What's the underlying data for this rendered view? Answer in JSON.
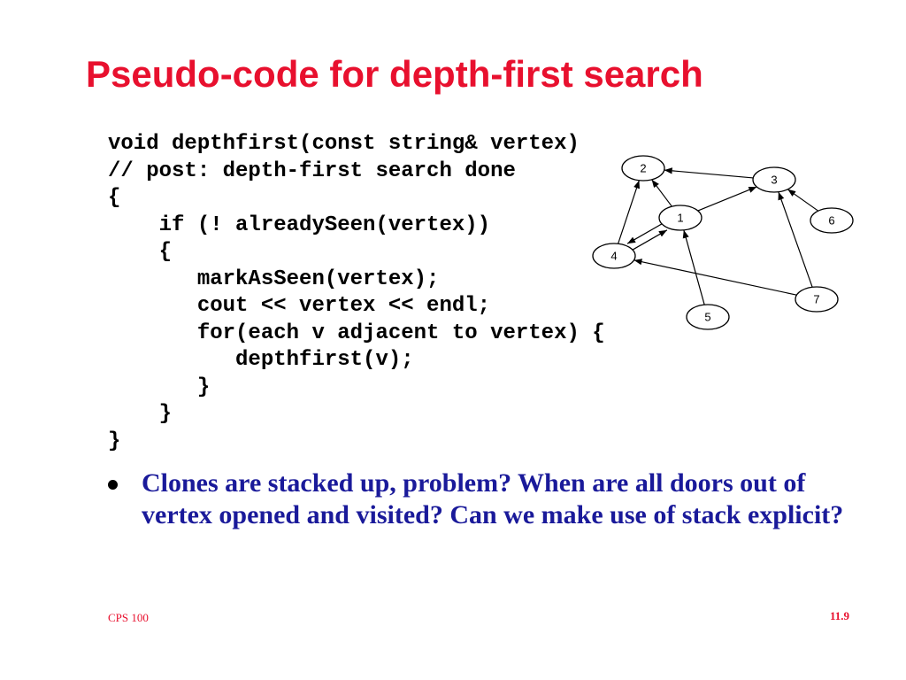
{
  "slide": {
    "title": "Pseudo-code for depth-first search",
    "code_lines": [
      "void depthfirst(const string& vertex)",
      "// post: depth-first search done",
      "{",
      "    if (! alreadySeen(vertex))",
      "    {",
      "       markAsSeen(vertex);",
      "       cout << vertex << endl;",
      "       for(each v adjacent to vertex) {",
      "          depthfirst(v);",
      "       }",
      "    }",
      "}"
    ],
    "bullet": "Clones are stacked up, problem? When are all doors out of vertex opened and visited? Can we make use of stack explicit?",
    "footer_left": "CPS 100",
    "footer_right": "11.9"
  },
  "graph": {
    "nodes": [
      "1",
      "2",
      "3",
      "4",
      "5",
      "6",
      "7"
    ],
    "edges": [
      [
        "3",
        "2"
      ],
      [
        "1",
        "2"
      ],
      [
        "1",
        "3"
      ],
      [
        "4",
        "1"
      ],
      [
        "1",
        "4"
      ],
      [
        "4",
        "2"
      ],
      [
        "5",
        "1"
      ],
      [
        "7",
        "3"
      ],
      [
        "6",
        "3"
      ],
      [
        "7",
        "4"
      ]
    ]
  }
}
